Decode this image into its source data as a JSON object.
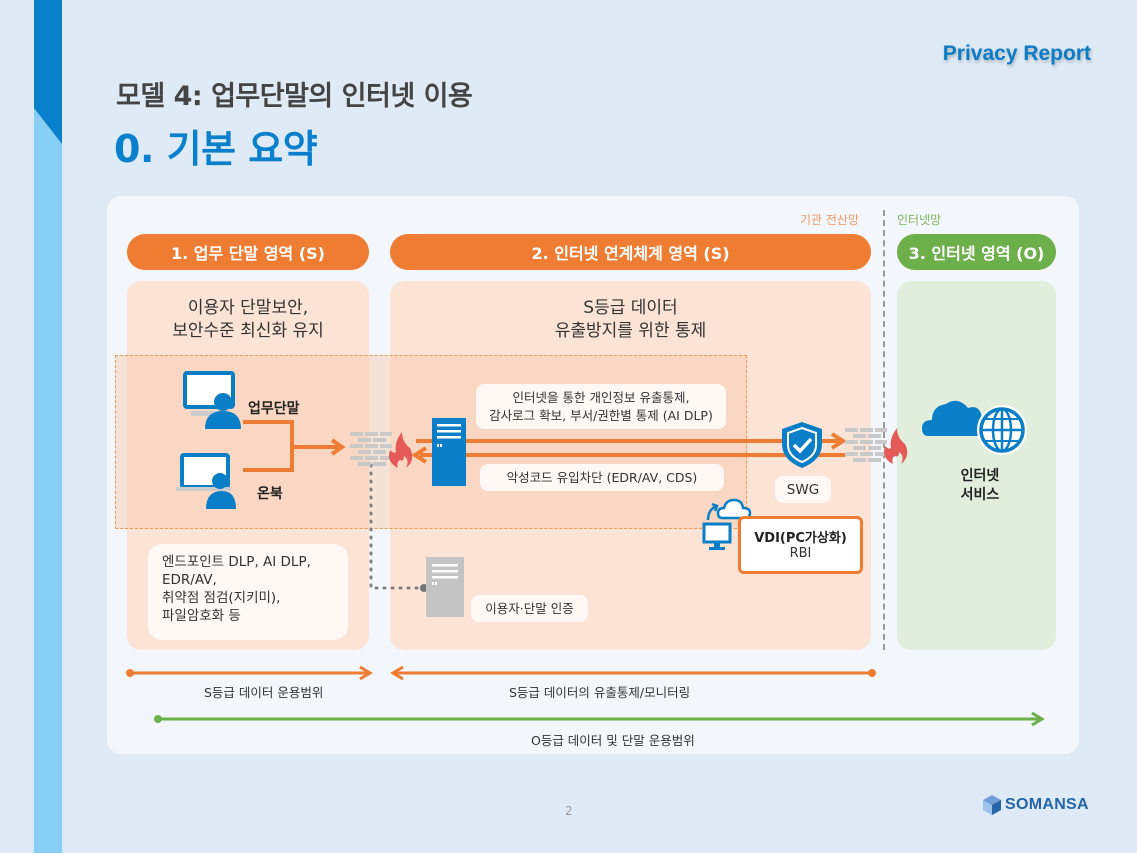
{
  "header": {
    "brand": "Privacy Report",
    "subtitle": "모델 4: 업무단말의 인터넷 이용",
    "title": "0. 기본 요약"
  },
  "network_labels": {
    "internal": "기관 전산망",
    "internet": "인터넷망"
  },
  "zones": [
    {
      "label": "1. 업무 단말 영역 (S)",
      "heading": [
        "이용자 단말보안,",
        "보안수준 최신화 유지"
      ],
      "color": "#ee7d33"
    },
    {
      "label": "2. 인터넷 연계체계 영역 (S)",
      "heading": [
        "S등급 데이터",
        "유출방지를 위한 통제"
      ],
      "color": "#ee7d33"
    },
    {
      "label": "3. 인터넷 영역 (O)",
      "heading": [],
      "color": "#6daf4a"
    }
  ],
  "devices": {
    "desktop": "업무단말",
    "laptop": "온북"
  },
  "controls": {
    "outbound": [
      "인터넷을 통한 개인정보 유출통제,",
      "감사로그 확보, 부서/권한별 통제 (AI DLP)"
    ],
    "inbound": "악성코드 유입차단 (EDR/AV, CDS)",
    "swg": "SWG",
    "vdi_title": "VDI(PC가상화)",
    "vdi_sub": "RBI",
    "auth": "이용자·단말 인증",
    "endpoint": [
      "엔드포인트 DLP, AI DLP,",
      "EDR/AV,",
      "취약점 점검(지키미),",
      "파일암호화 등"
    ],
    "internet_service": [
      "인터넷",
      "서비스"
    ]
  },
  "ranges": {
    "s_operation": "S등급 데이터 운용범위",
    "s_monitoring": "S등급 데이터의 유출통제/모니터링",
    "o_operation": "O등급 데이터 및 단말 운용범위"
  },
  "footer": {
    "page": "2",
    "logo": "SOMANSA"
  },
  "colors": {
    "accent_blue": "#0a80cc",
    "orange": "#ee7d33",
    "green": "#6daf4a",
    "firewall_red": "#e35a58"
  }
}
